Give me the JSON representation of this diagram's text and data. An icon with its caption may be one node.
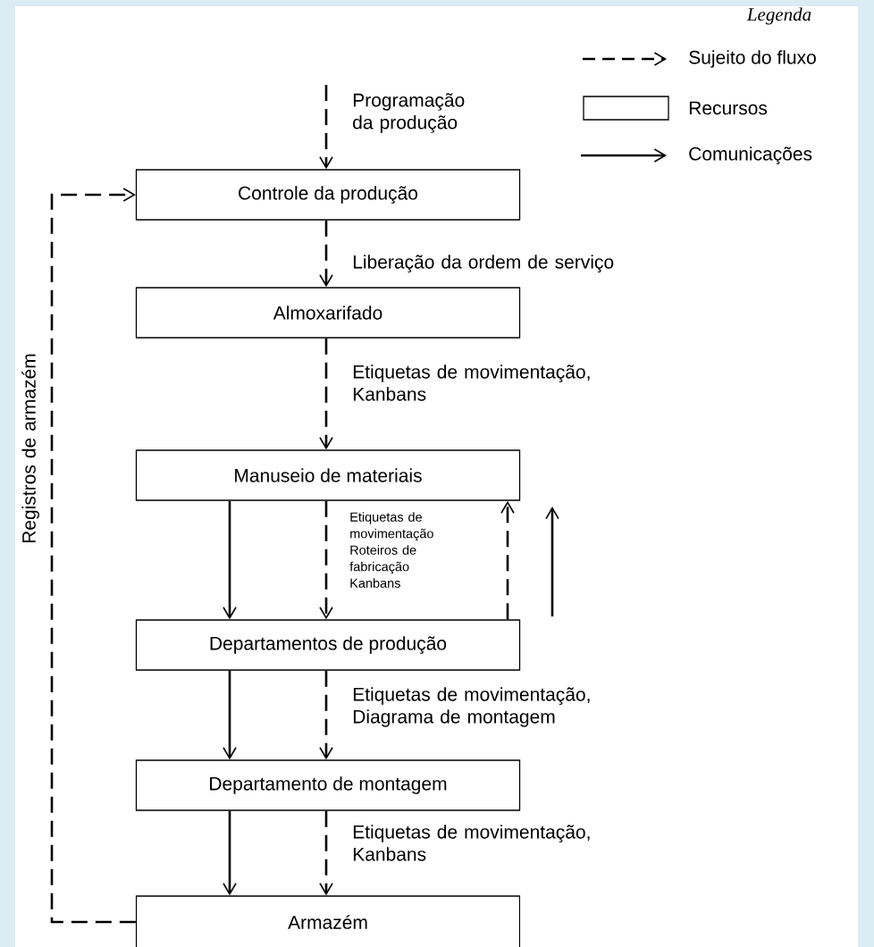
{
  "diagram": {
    "nodes": [
      {
        "text": [
          "Controle da produção"
        ]
      },
      {
        "text": [
          "Almoxarifado"
        ]
      },
      {
        "text": [
          "Manuseio de materiais"
        ]
      },
      {
        "text": [
          "Departamentos de produção"
        ]
      },
      {
        "text": [
          "Departamento de montagem"
        ]
      },
      {
        "text": [
          "Armazém"
        ]
      }
    ],
    "edges": [
      {
        "from": null,
        "to": 0,
        "arrow": "to",
        "style": "dashed",
        "label": "Programação da produção"
      },
      {
        "from": 0,
        "to": 1,
        "arrow": "to",
        "style": "dashed",
        "label": "Liberação da ordem de serviço"
      },
      {
        "from": 1,
        "to": 2,
        "arrow": "to",
        "style": "dashed",
        "label": "Etiquetas de movimentação, Kanbans"
      },
      {
        "from": 2,
        "to": 3,
        "arrow": "to"
      },
      {
        "from": 2,
        "to": 3,
        "arrow": "to",
        "style": "dashed",
        "label": "Etiquetas de movimentação Roteiros de fabricação Kanbans"
      },
      {
        "from": 3,
        "to": 2,
        "arrow": "to",
        "style": "dashed"
      },
      {
        "from": 3,
        "to": 4,
        "arrow": "to"
      },
      {
        "from": 3,
        "to": 4,
        "arrow": "to",
        "style": "dashed",
        "label": "Etiquetas de movimentação, Diagrama de montagem"
      },
      {
        "from": 4,
        "to": 5,
        "arrow": "to"
      },
      {
        "from": 4,
        "to": 5,
        "arrow": "to",
        "style": "dashed",
        "label": "Etiquetas de movimentação, Kanbans"
      },
      {
        "from": 5,
        "to": 0,
        "arrow": "to",
        "style": "dashed",
        "label": "Registros de armazém"
      }
    ],
    "labels": [
      "Legenda"
    ],
    "legend": [
      {
        "text": "Sujeito do fluxo"
      },
      {
        "text": "Recursos"
      },
      {
        "text": "Comunicações"
      }
    ]
  }
}
